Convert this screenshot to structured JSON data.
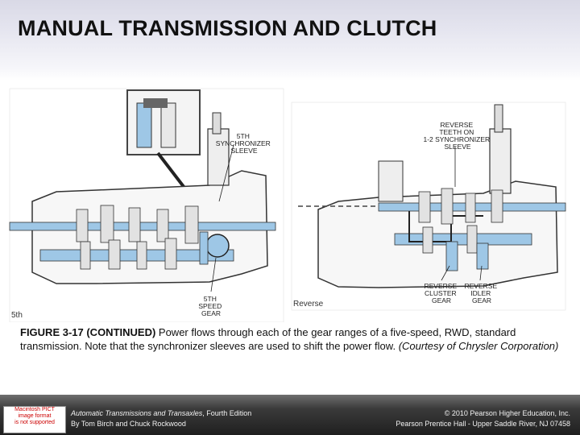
{
  "slide": {
    "title": "MANUAL TRANSMISSION AND CLUTCH"
  },
  "figure": {
    "left_panel": {
      "corner_label": "5th",
      "callout_top_lines": [
        "5TH",
        "SYNCHRONIZER",
        "SLEEVE"
      ],
      "callout_bottom_lines": [
        "5TH",
        "SPEED",
        "GEAR"
      ]
    },
    "right_panel": {
      "corner_label": "Reverse",
      "callout_top_lines": [
        "REVERSE",
        "TEETH ON",
        "1-2 SYNCHRONIZER",
        "SLEEVE"
      ],
      "callout_bottom_left_lines": [
        "REVERSE",
        "CLUSTER",
        "GEAR"
      ],
      "callout_bottom_right_lines": [
        "REVERSE",
        "IDLER",
        "GEAR"
      ]
    }
  },
  "caption": {
    "label": "FIGURE 3-17 (CONTINUED)",
    "text": " Power flows through each of the gear ranges of a five-speed, RWD, standard transmission. Note that the synchronizer sleeves are used to shift the power flow. ",
    "credit": "(Courtesy of Chrysler Corporation)"
  },
  "footer": {
    "badge_lines": [
      "Macintosh PICT",
      "image format",
      "is not supported"
    ],
    "book_title": "Automatic Transmissions and Transaxles",
    "book_edition": ", Fourth Edition",
    "authors": "By Tom Birch and Chuck Rockwood",
    "copyright": "© 2010 Pearson Higher Education, Inc.",
    "publisher": "Pearson Prentice Hall - Upper Saddle River, NJ 07458"
  },
  "colors": {
    "power_flow": "#9ec7e6",
    "outline": "#333333",
    "footer_bg": "#2a2a2a"
  }
}
